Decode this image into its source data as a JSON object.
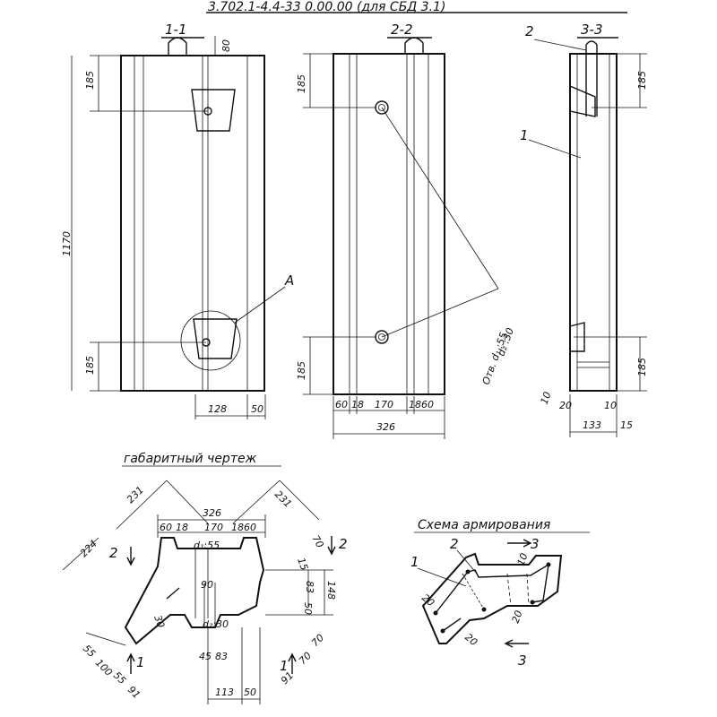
{
  "header": {
    "doc_code": "3.702.1-4.4-33 0.00.00   (для   СБД 3.1)"
  },
  "views": {
    "v1": {
      "section": "1-1",
      "dim_top": "80",
      "dim_h_top": "185",
      "dim_total": "1170",
      "dim_h_bot": "185",
      "callout": "A",
      "dim_w1": "128",
      "dim_w2": "50"
    },
    "v2": {
      "section": "2-2",
      "dim_h_top": "185",
      "dim_h_bot": "185",
      "hole_note_1": "Отв. d₁ :55",
      "hole_note_2": "d₂ :30",
      "dim_a": "60",
      "dim_b": "18",
      "dim_c": "170",
      "dim_d": "18",
      "dim_e": "60",
      "dim_total": "326"
    },
    "v3": {
      "section": "3-3",
      "label_2": "2",
      "label_1": "1",
      "dim_h_top": "185",
      "dim_h_bot": "185",
      "dim_10a": "10",
      "dim_20": "20",
      "dim_10b": "10",
      "dim_133": "133",
      "dim_15": "15"
    }
  },
  "overall": {
    "title": "габаритный чертеж",
    "d231a": "231",
    "d231b": "231",
    "d326": "326",
    "d224": "224",
    "d60a": "60",
    "d18a": "18",
    "d170": "170",
    "d18b": "18",
    "d60b": "60",
    "d70a": "70",
    "d15": "15",
    "d83a": "83",
    "d148": "148",
    "d50a": "50",
    "dd55": "d₁:55",
    "d90": "90",
    "d30": "30",
    "dd30": "d₂:30",
    "d45": "45",
    "d83b": "83",
    "d55a": "55",
    "d100": "100",
    "d55b": "55",
    "d91a": "91",
    "d70b": "70",
    "d70c": "70",
    "d91b": "91",
    "d113": "113",
    "d50b": "50",
    "sec_2": "2",
    "sec_1": "1"
  },
  "reinf": {
    "title": "Схема армирования",
    "label_2": "2",
    "label_1": "1",
    "sec_3": "3",
    "d10": "10",
    "d20a": "20",
    "d20b": "20",
    "d20c": "20"
  }
}
